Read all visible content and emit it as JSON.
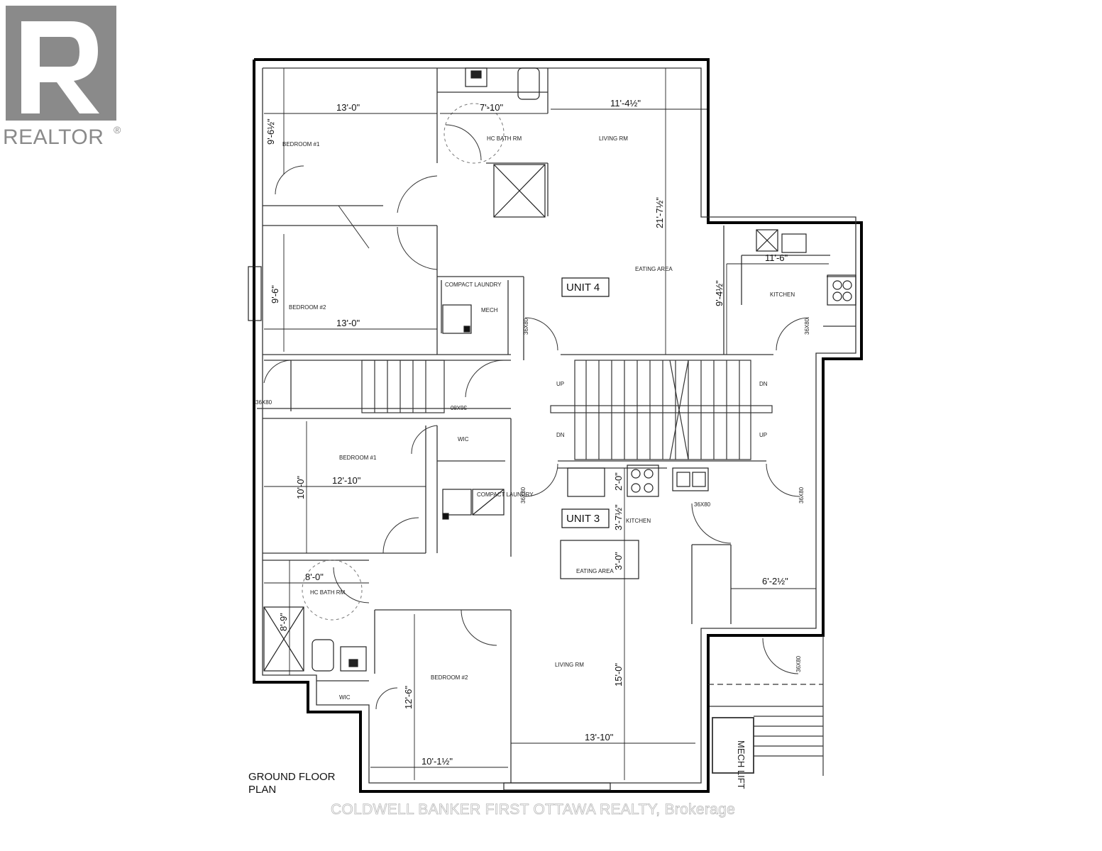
{
  "logo": {
    "word": "REALTOR",
    "mark": "®",
    "icon": "realtor-r-logo-icon",
    "color": "#8a8a8a"
  },
  "plan": {
    "title_line1": "GROUND FLOOR",
    "title_line2": "PLAN"
  },
  "units": {
    "unit4": "UNIT 4",
    "unit3": "UNIT 3"
  },
  "rooms": {
    "u4_bedroom1": "BEDROOM #1",
    "u4_bath": "HC BATH RM",
    "u4_living": "LIVING RM",
    "u4_eating": "EATING AREA",
    "u4_kitchen": "KITCHEN",
    "u4_bedroom2": "BEDROOM #2",
    "u4_laundry": "COMPACT LAUNDRY",
    "u4_mech": "MECH",
    "u3_bedroom1": "BEDROOM #1",
    "u3_wic1": "WIC",
    "u3_laundry": "COMPACT LAUNDRY",
    "u3_kitchen": "KITCHEN",
    "u3_eating": "EATING AREA",
    "u3_bath": "HC BATH RM",
    "u3_wic2": "WIC",
    "u3_bedroom2": "BEDROOM #2",
    "u3_living": "LIVING RM",
    "mech_lift": "MECH LIFT"
  },
  "stairs": {
    "up1": "UP",
    "dn1": "DN",
    "dn2": "DN",
    "up2": "UP"
  },
  "doors": {
    "d1": "36X80",
    "d2": "36X80",
    "d3": "36X80",
    "d4": "36X80",
    "d5": "36X80",
    "d6": "36X80",
    "d7": "36X80",
    "d8": "36X80"
  },
  "dimensions": {
    "u4_bed1_w": "13'-0\"",
    "u4_bed1_h": "9'-6½\"",
    "u4_bath_w": "7'-10\"",
    "u4_living_w": "11'-4½\"",
    "u4_living_h": "21'-7½\"",
    "u4_kitchen_w": "11'-6\"",
    "u4_kitchen_h": "9'-4½\"",
    "u4_bed2_h": "9'-6\"",
    "u4_bed2_w": "13'-0\"",
    "u3_bed1_w": "12'-10\"",
    "u3_bed1_h": "10'-0\"",
    "u3_kit_h1": "2'-0\"",
    "u3_kit_h2": "3'-7½\"",
    "u3_eat_h": "3'-0\"",
    "u3_hall_w": "6'-2½\"",
    "u3_bath_w": "8'-0\"",
    "u3_bath_h": "8'-9\"",
    "u3_bed2_h": "12'-6\"",
    "u3_bed2_w": "10'-1½\"",
    "u3_living_h": "15'-0\"",
    "u3_living_w": "13'-10\""
  },
  "watermark": "COLDWELL BANKER FIRST OTTAWA REALTY, Brokerage"
}
